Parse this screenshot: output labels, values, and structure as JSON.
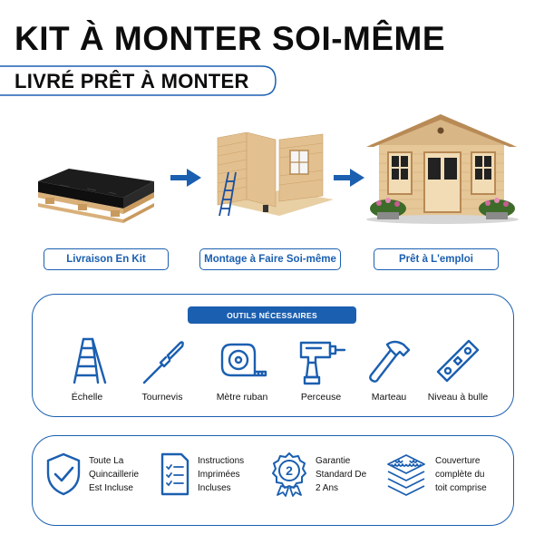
{
  "header": {
    "title": "KIT À MONTER SOI-MÊME",
    "subtitle": "LIVRÉ PRÊT À MONTER"
  },
  "steps": [
    {
      "label": "Livraison En Kit",
      "image": "pallet-kit"
    },
    {
      "label": "Montage à Faire Soi-même",
      "image": "assembly-walls-ladder"
    },
    {
      "label": "Prêt à L'emploi",
      "image": "finished-cabin"
    }
  ],
  "tools": {
    "title": "OUTILS NÉCESSAIRES",
    "items": [
      {
        "label": "Échelle",
        "icon": "ladder-icon"
      },
      {
        "label": "Tournevis",
        "icon": "screwdriver-icon"
      },
      {
        "label": "Mètre ruban",
        "icon": "tape-measure-icon"
      },
      {
        "label": "Perceuse",
        "icon": "drill-icon"
      },
      {
        "label": "Marteau",
        "icon": "hammer-icon"
      },
      {
        "label": "Niveau à bulle",
        "icon": "spirit-level-icon"
      }
    ]
  },
  "features": [
    {
      "lines": [
        "Toute La",
        "Quincaillerie",
        "Est Incluse"
      ],
      "icon": "shield-check-icon"
    },
    {
      "lines": [
        "Instructions",
        "Imprimées",
        "Incluses"
      ],
      "icon": "document-checklist-icon"
    },
    {
      "lines": [
        "Garantie",
        "Standard De",
        "2 Ans"
      ],
      "icon": "warranty-badge-icon",
      "badge_number": "2"
    },
    {
      "lines": [
        "Couverture",
        "complète du",
        "toit comprise"
      ],
      "icon": "roof-shingles-icon"
    }
  ],
  "colors": {
    "accent": "#1b5fb0",
    "text": "#111111",
    "wood": "#e3c08f"
  }
}
